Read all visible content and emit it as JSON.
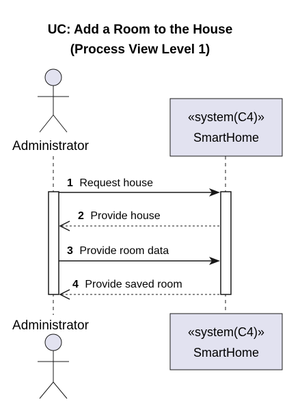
{
  "title": {
    "line1": "UC: Add a Room to the House",
    "line2": "(Process View Level 1)"
  },
  "participants": {
    "administrator": {
      "name": "Administrator",
      "icon": "actor-stick-figure-icon"
    },
    "system": {
      "stereotype": "«system(C4)»",
      "name": "SmartHome"
    }
  },
  "messages": [
    {
      "number": "1",
      "text": "Request house",
      "direction": "to-system",
      "style": "solid"
    },
    {
      "number": "2",
      "text": "Provide house",
      "direction": "to-actor",
      "style": "dashed"
    },
    {
      "number": "3",
      "text": "Provide room data",
      "direction": "to-system",
      "style": "solid"
    },
    {
      "number": "4",
      "text": "Provide saved room",
      "direction": "to-actor",
      "style": "dashed"
    }
  ],
  "colors": {
    "participant_fill": "#E2E2F0",
    "participant_border": "#181818",
    "lifeline": "#181818",
    "activation_fill": "#FFFFFF",
    "arrow": "#181818"
  }
}
